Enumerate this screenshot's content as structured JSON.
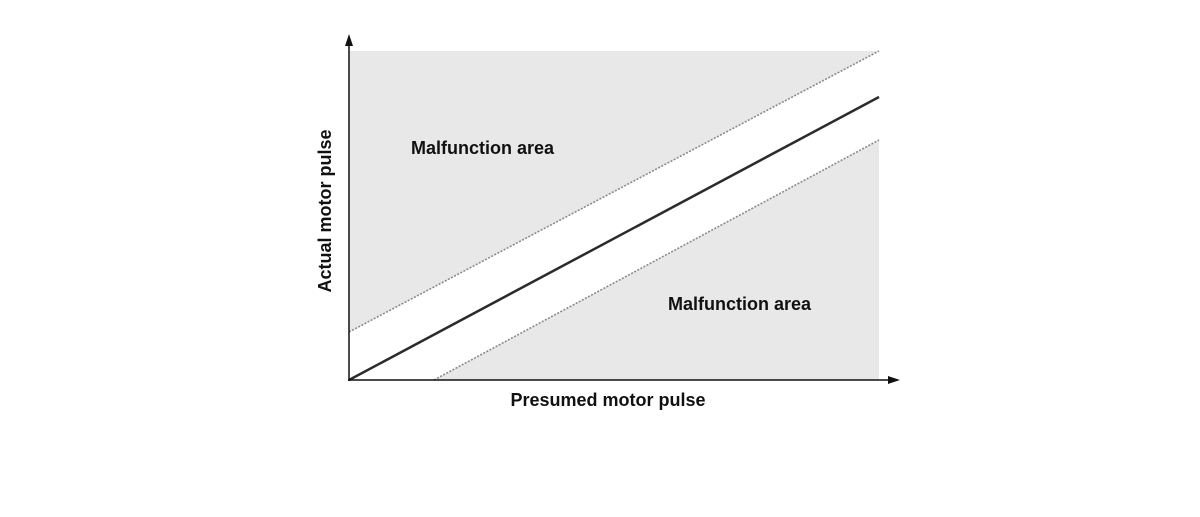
{
  "diagram": {
    "x_axis_label": "Presumed motor pulse",
    "y_axis_label": "Actual motor pulse",
    "region_upper_label": "Malfunction area",
    "region_lower_label": "Malfunction area"
  },
  "colors": {
    "malfunction_fill": "#e8e8e8",
    "normal_band_fill": "#ffffff",
    "main_line": "#2b2b2b",
    "boundary_line": "#8a8a8a",
    "axis": "#111111"
  }
}
